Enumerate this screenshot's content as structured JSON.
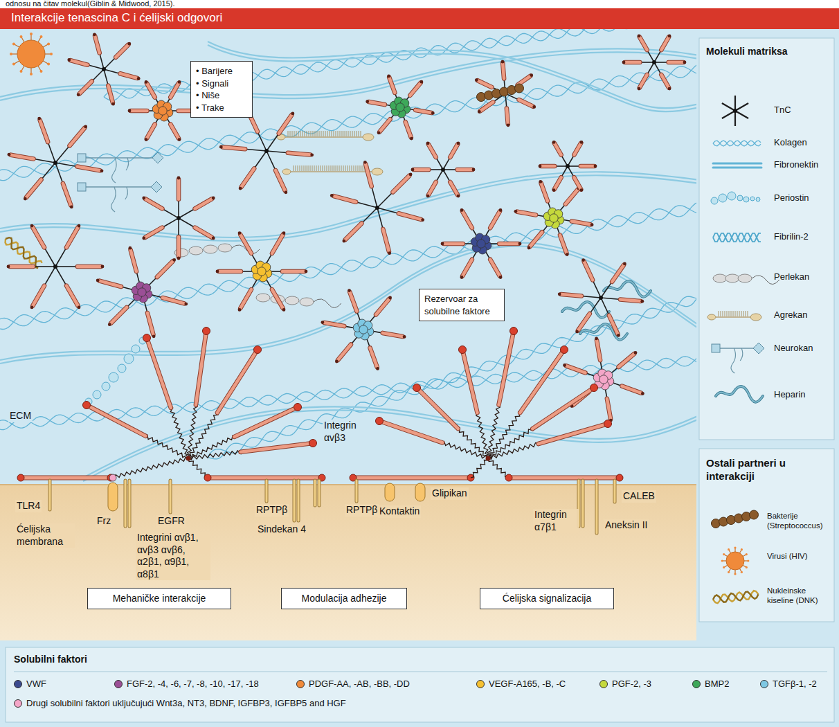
{
  "diagram": {
    "title": "Interakcije tenascina C i ćelijski odgovori",
    "nodes": [
      {
        "text": [
          "• Barijere",
          "• Signali",
          "• Niše",
          "• Trake"
        ]
      },
      {
        "text": [
          "Rezervoar za solubilne faktore"
        ]
      },
      {
        "text": [
          "Mehaničke interakcije"
        ]
      },
      {
        "text": [
          "Modulacija adhezije"
        ]
      },
      {
        "text": [
          "Ćelijska signalizacija"
        ]
      }
    ],
    "labels": [
      "odnosu na čitav molekul(Giblin & Midwood, 2015).",
      "Molekuli matriksa",
      "Ostali partneri u interakciji",
      "Solubilni faktori",
      "ECM",
      "TLR4",
      "Ćelijska membrana",
      "Frz",
      "Integrini αvβ1, αvβ3 αvβ6, α2β1, α9β1, α8β1",
      "EGFR",
      "Integrin αvβ3",
      "Sindekan 4",
      "RPTPβ",
      "RPTPβ",
      "Kontaktin",
      "Glipikan",
      "Integrin α7β1",
      "Aneksin II",
      "CALEB"
    ],
    "legend": [
      {
        "text": "TnC"
      },
      {
        "text": "Kolagen"
      },
      {
        "text": "Fibronektin"
      },
      {
        "text": "Periostin"
      },
      {
        "text": "Fibrilin-2"
      },
      {
        "text": "Perlekan"
      },
      {
        "text": "Agrekan"
      },
      {
        "text": "Neurokan"
      },
      {
        "text": "Heparin"
      },
      {
        "text": "Bakterije (Streptococcus)"
      },
      {
        "text": "Virusi (HIV)"
      },
      {
        "text": "Nukleinske kiseline (DNK)"
      },
      {
        "text": "VWF",
        "color": "#3b4a8f"
      },
      {
        "text": "FGF-2, -4, -6, -7, -8, -10, -17, -18",
        "color": "#9b4f96"
      },
      {
        "text": "PDGF-AA, -AB, -BB, -DD",
        "color": "#f08a3a"
      },
      {
        "text": "VEGF-A165, -B, -C",
        "color": "#f5c030"
      },
      {
        "text": "PGF-2, -3",
        "color": "#c5d93c"
      },
      {
        "text": "BMP2",
        "color": "#3ea85a"
      },
      {
        "text": "TGFβ-1, -2",
        "color": "#7ec8e3"
      },
      {
        "text": "Drugi solubilni faktori uključujući Wnt3a, NT3, BDNF, IGFBP3, IGFBP5 and HGF",
        "color": "#f4a6c8"
      }
    ]
  }
}
